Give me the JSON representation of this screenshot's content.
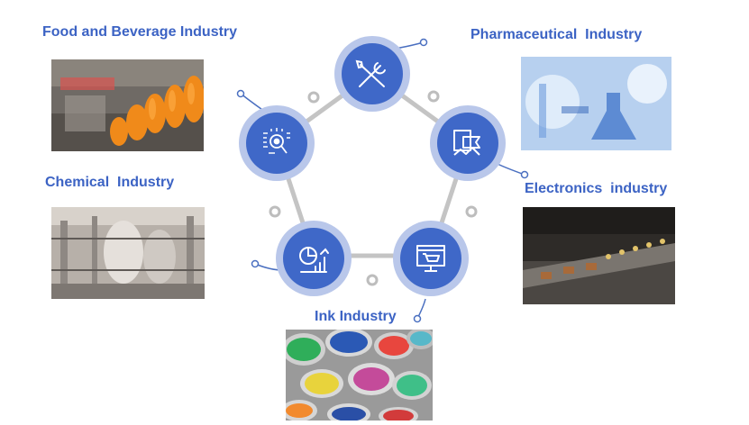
{
  "colors": {
    "accent": "#3c63c4",
    "ring": "#c4c4c4",
    "node_halo": "#b9c7ea",
    "node_fill": "#3f68c8",
    "connector": "#4a6fc0"
  },
  "industries": [
    {
      "label": "Food and Beverage Industry",
      "icon": "food-icon"
    },
    {
      "label": "Pharmaceutical  Industry",
      "icon": "pharma-icon"
    },
    {
      "label": "Chemical  Industry",
      "icon": "chemical-icon"
    },
    {
      "label": "Electronics  industry",
      "icon": "electronics-icon"
    },
    {
      "label": "Ink Industry",
      "icon": "ink-icon"
    }
  ],
  "nodes": [
    {
      "name": "tools-icon"
    },
    {
      "name": "flag-document-icon"
    },
    {
      "name": "shopping-cart-screen-icon"
    },
    {
      "name": "growth-chart-icon"
    },
    {
      "name": "eye-scan-icon"
    }
  ]
}
